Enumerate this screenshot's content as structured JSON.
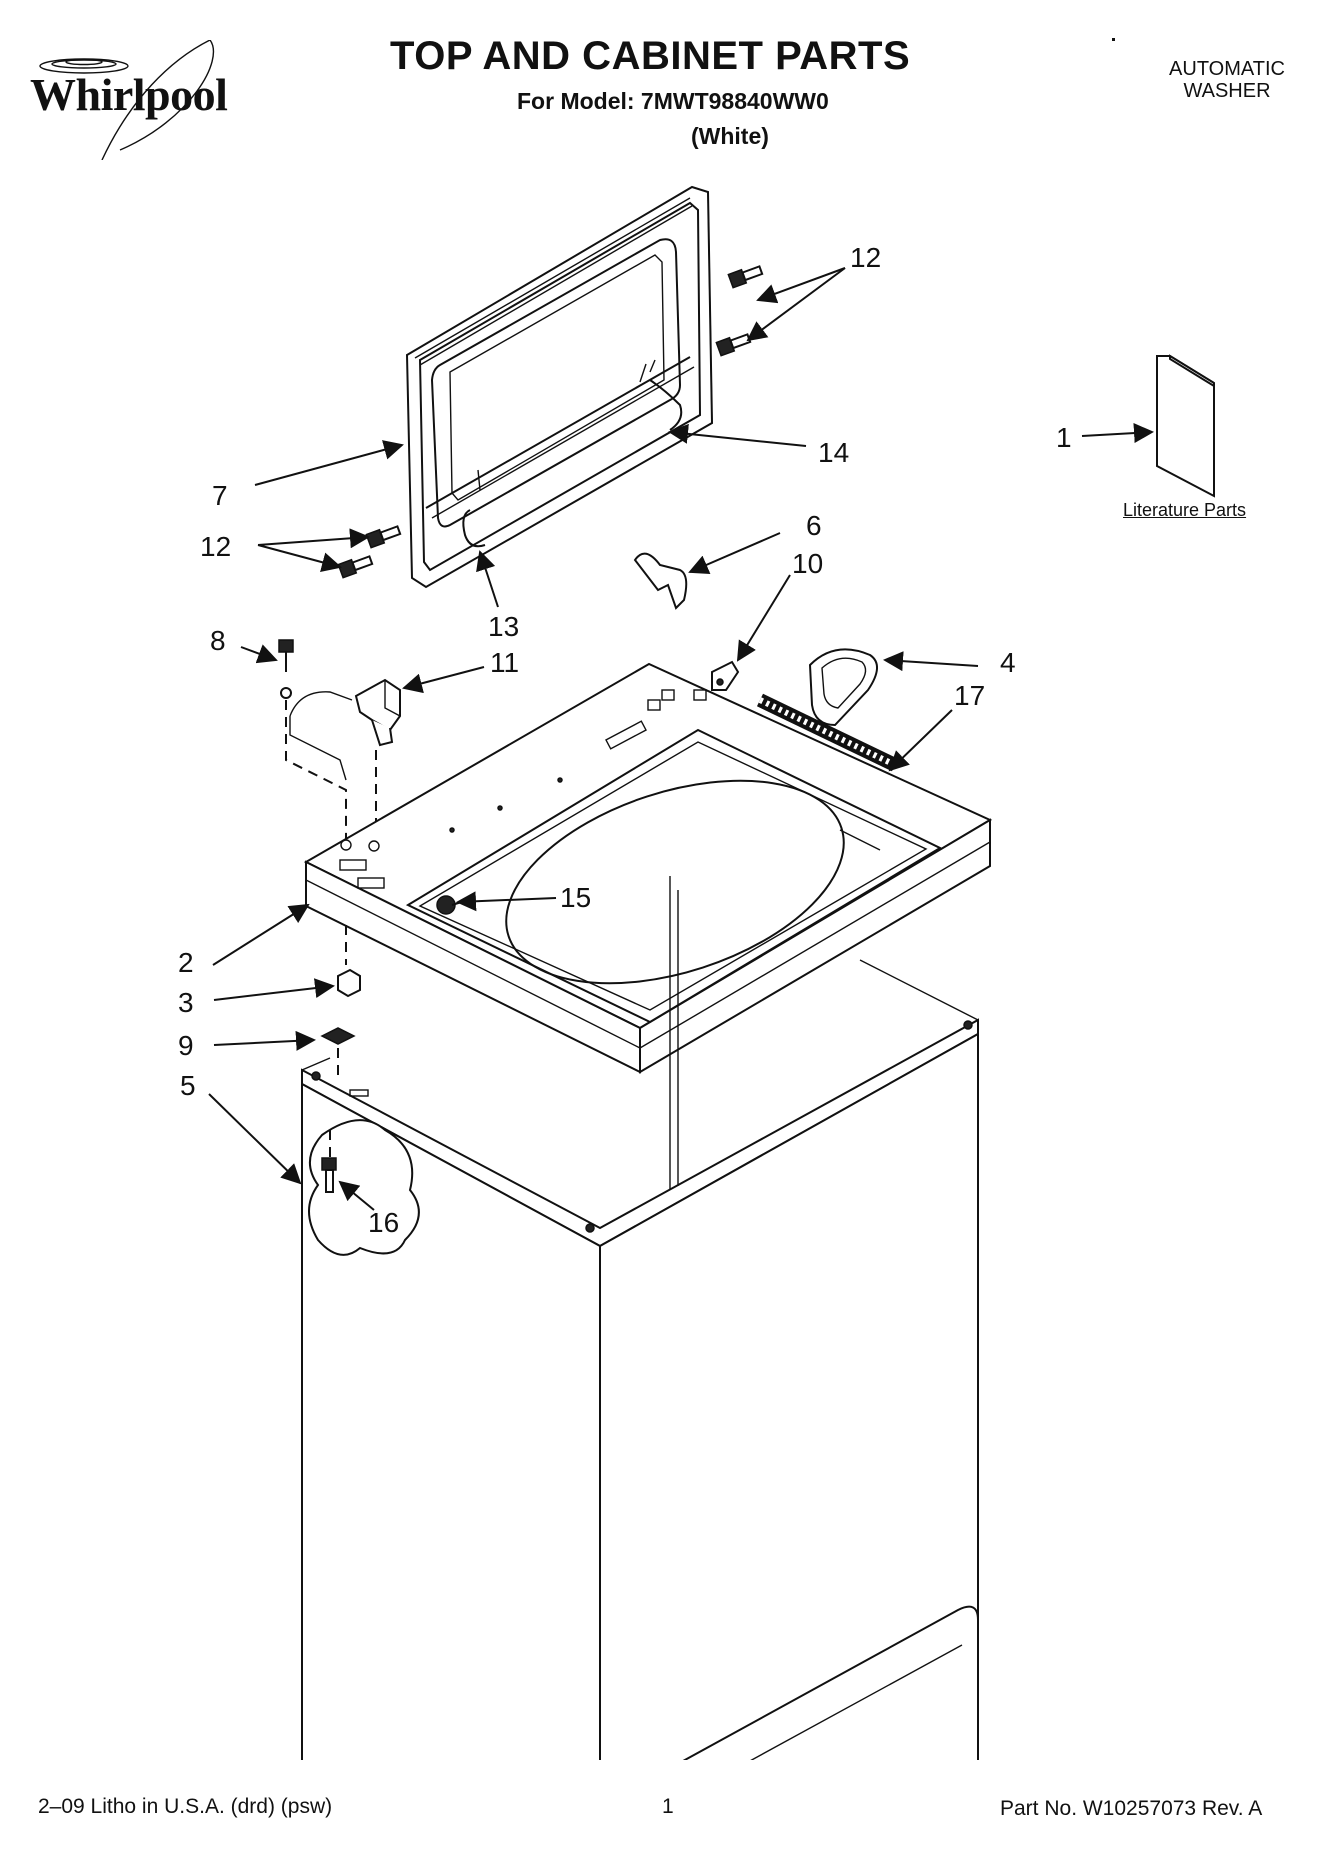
{
  "brand": {
    "name": "Whirlpool"
  },
  "header": {
    "title": "TOP AND CABINET PARTS",
    "model_line": "For Model: 7MWT98840WW0",
    "color_line": "(White)",
    "product_line1": "AUTOMATIC",
    "product_line2": "WASHER"
  },
  "literature": {
    "caption": "Literature Parts"
  },
  "callouts": {
    "c1": "1",
    "c2": "2",
    "c3": "3",
    "c4": "4",
    "c5": "5",
    "c6": "6",
    "c7": "7",
    "c8": "8",
    "c9": "9",
    "c10": "10",
    "c11": "11",
    "c12a": "12",
    "c12b": "12",
    "c13": "13",
    "c14": "14",
    "c15": "15",
    "c16": "16",
    "c17": "17"
  },
  "footer": {
    "left": "2–09 Litho in U.S.A. (drd) (psw)",
    "page": "1",
    "right": "Part No. W10257073 Rev. A"
  }
}
